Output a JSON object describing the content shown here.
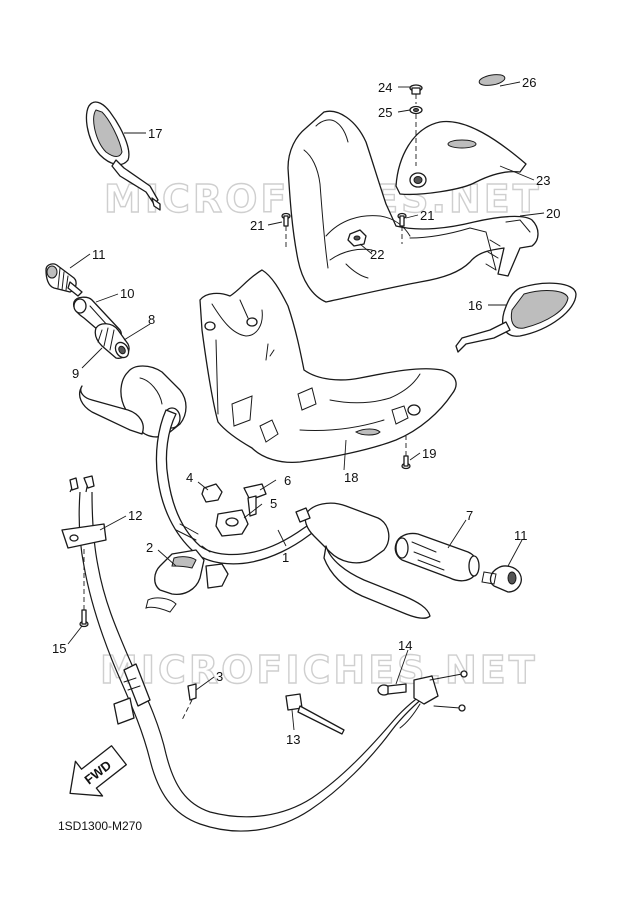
{
  "watermark": "MICROFICHES.NET",
  "diagram_code": "1SD1300-M270",
  "direction_arrow": "FWD",
  "callouts": {
    "c1": "1",
    "c2": "2",
    "c3": "3",
    "c4": "4",
    "c5": "5",
    "c6": "6",
    "c7": "7",
    "c8": "8",
    "c9": "9",
    "c10": "10",
    "c11a": "11",
    "c11b": "11",
    "c12": "12",
    "c13": "13",
    "c14": "14",
    "c15": "15",
    "c16": "16",
    "c17": "17",
    "c18": "18",
    "c19": "19",
    "c20": "20",
    "c21a": "21",
    "c21b": "21",
    "c22": "22",
    "c23": "23",
    "c24": "24",
    "c25": "25",
    "c26": "26"
  }
}
